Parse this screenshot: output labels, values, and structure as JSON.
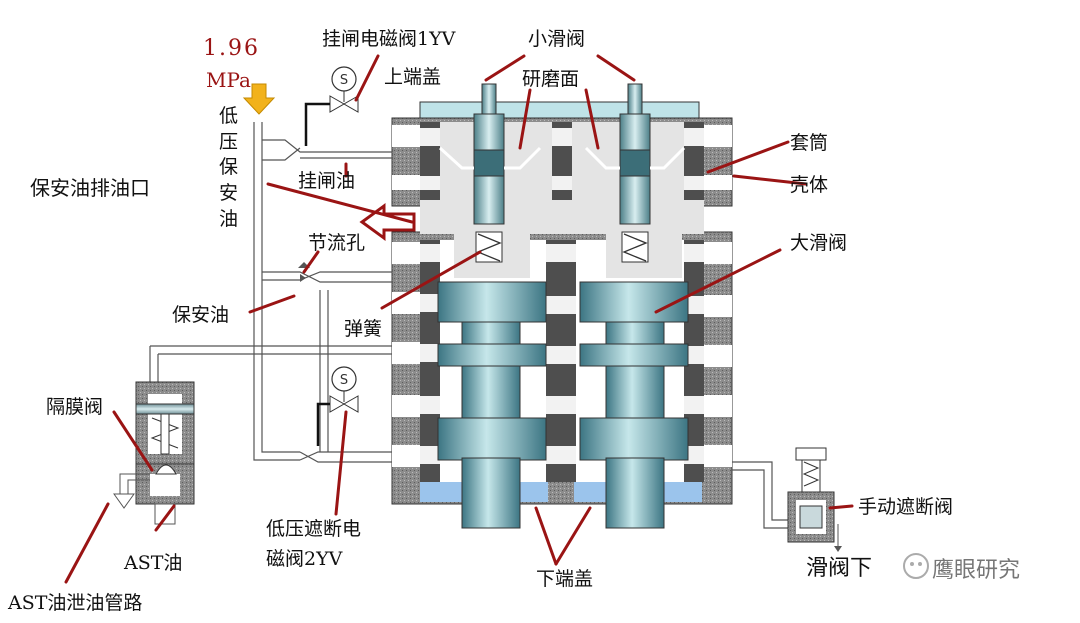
{
  "pressure": {
    "value": "1.96",
    "unit": "MPa"
  },
  "labels": {
    "trip_solenoid": "挂闸电磁阀1YV",
    "small_slide_valve": "小滑阀",
    "upper_end_cover": "上端盖",
    "grinding_surface": "研磨面",
    "low_pressure_safety_oil": "低压保安油",
    "trip_oil": "挂闸油",
    "safety_oil_drain": "保安油排油口",
    "orifice": "节流孔",
    "safety_oil": "保安油",
    "spring": "弹簧",
    "sleeve": "套筒",
    "housing": "壳体",
    "large_slide_valve": "大滑阀",
    "diaphragm_valve": "隔膜阀",
    "ast_oil": "AST油",
    "ast_drain_pipe": "AST油泄油管路",
    "lp_cutoff_solenoid_line1": "低压遮断电",
    "lp_cutoff_solenoid_line2": "磁阀2YV",
    "lower_end_cover": "下端盖",
    "manual_cutoff_valve": "手动遮断阀",
    "slide_valve_lower": "滑阀下",
    "watermark": "鹰眼研究"
  },
  "colors": {
    "accent_red": "#9a1414",
    "arrow_yellow": "#f2b21b",
    "valve_teal": "#8ec1c8",
    "upper_cover": "#bfe3e8",
    "lower_cover": "#9bc4ec",
    "housing_grey": "#8a8a8a"
  }
}
